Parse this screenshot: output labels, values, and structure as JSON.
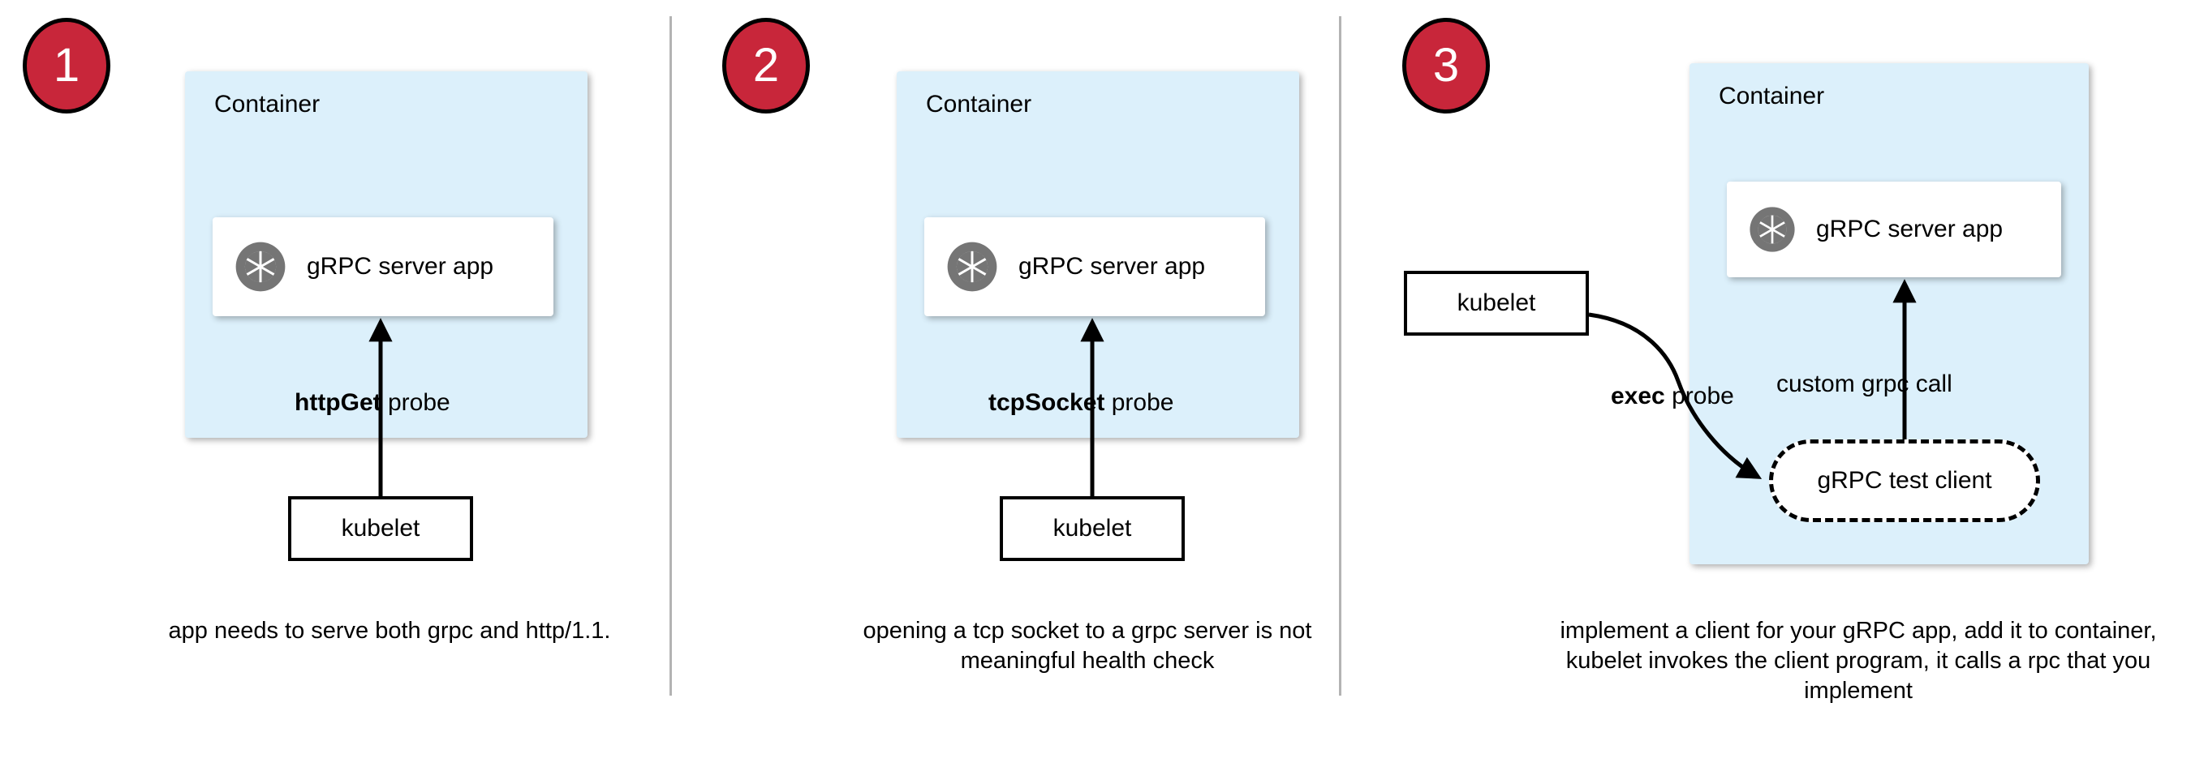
{
  "panels": [
    {
      "step": "1",
      "container_label": "Container",
      "app_label": "gRPC server app",
      "app_icon": "grpc-aperture-icon",
      "probe_label_bold": "httpGet",
      "probe_label_rest": " probe",
      "kubelet_label": "kubelet",
      "caption": "app needs to serve both grpc and http/1.1."
    },
    {
      "step": "2",
      "container_label": "Container",
      "app_label": "gRPC server app",
      "app_icon": "grpc-aperture-icon",
      "probe_label_bold": "tcpSocket",
      "probe_label_rest": " probe",
      "kubelet_label": "kubelet",
      "caption": "opening a tcp socket to a grpc server is not meaningful health check"
    },
    {
      "step": "3",
      "container_label": "Container",
      "app_label": "gRPC server app",
      "app_icon": "grpc-aperture-icon",
      "probe_label_bold": "exec",
      "probe_label_rest": " probe",
      "kubelet_label": "kubelet",
      "test_client_label": "gRPC test client",
      "call_label": "custom grpc call",
      "caption": "implement a client for your gRPC app, add it to container, kubelet invokes the client program, it calls a rpc that you implement"
    }
  ],
  "colors": {
    "badge_fill": "#C8263A",
    "badge_text": "#FFFFFF",
    "badge_border": "#000000",
    "container_fill": "#DCF0FB",
    "card_fill": "#FFFFFF",
    "icon_gray": "#757575",
    "divider": "#B3B3B3",
    "stroke": "#000000"
  }
}
